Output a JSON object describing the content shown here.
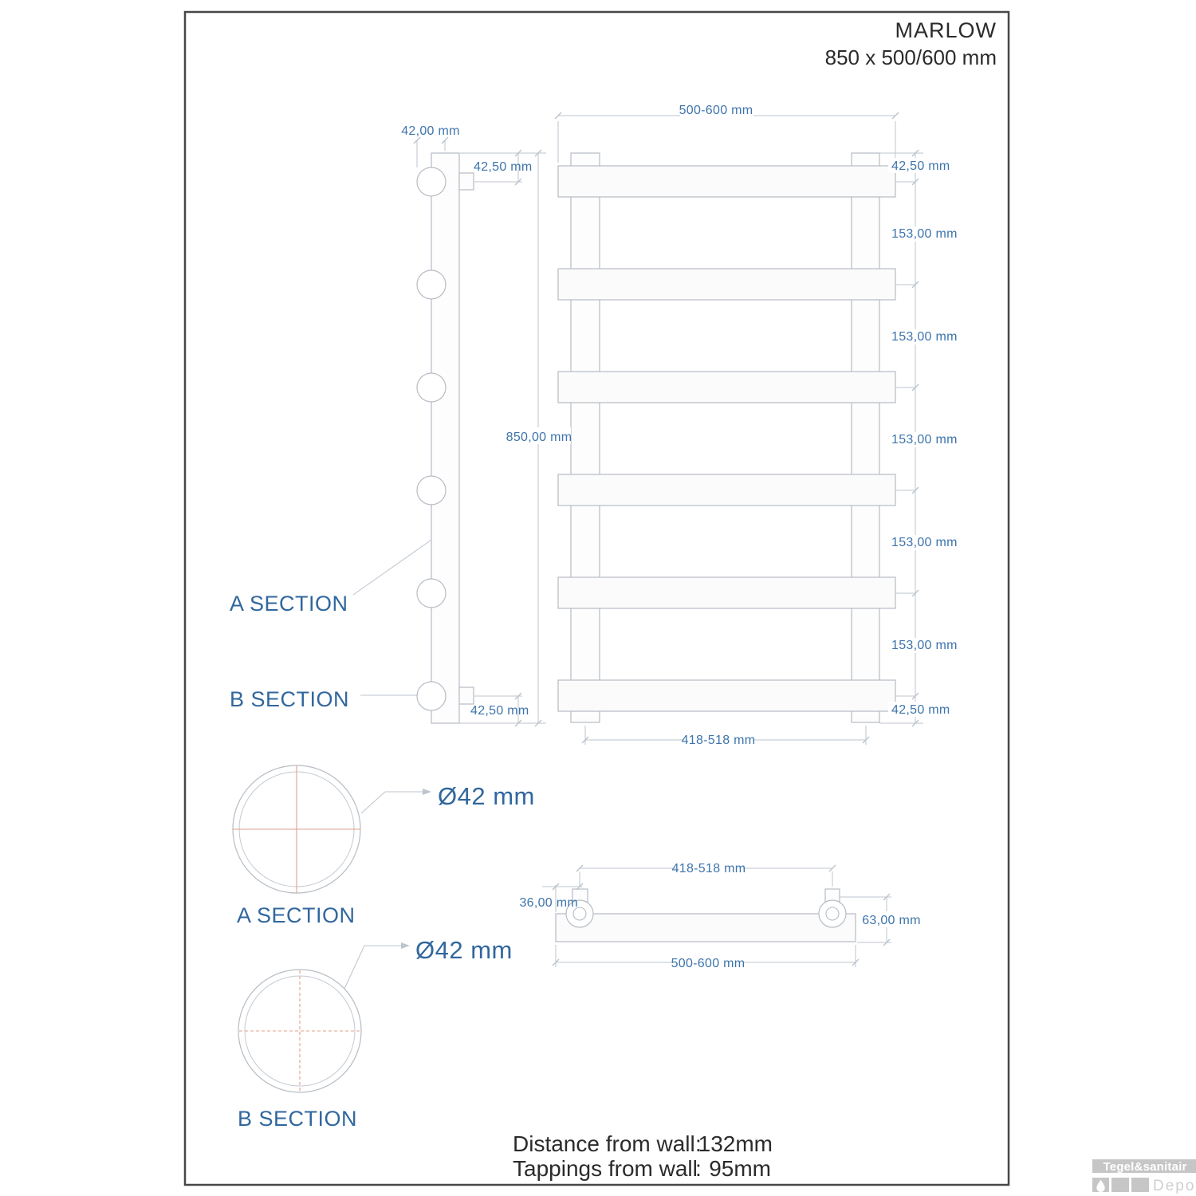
{
  "title": {
    "name": "MARLOW",
    "size": "850 x 500/600 mm"
  },
  "side_view": {
    "tube_diameter": "42,00 mm",
    "top_tap_offset": "42,50 mm",
    "bottom_tap_offset": "42,50 mm",
    "a_section_label": "A SECTION",
    "b_section_label": "B SECTION"
  },
  "front_view": {
    "overall_width": "500-600 mm",
    "overall_height": "850,00 mm",
    "top_gap": "42,50 mm",
    "bottom_gap": "42,50 mm",
    "tap_pitch": "418-518 mm",
    "bar_spacings": [
      "153,00 mm",
      "153,00 mm",
      "153,00 mm",
      "153,00 mm",
      "153,00 mm"
    ],
    "bar_count": 6
  },
  "detail_a": {
    "diameter": "Ø42 mm",
    "label": "A SECTION"
  },
  "detail_b": {
    "diameter": "Ø42 mm",
    "label": "B SECTION"
  },
  "top_view": {
    "tap_pitch": "418-518 mm",
    "edge_offset": "36,00 mm",
    "depth": "63,00 mm",
    "overall_width": "500-600 mm"
  },
  "notes": {
    "rows": [
      {
        "label": "Distance from wall",
        "colon": ":",
        "value": "132mm"
      },
      {
        "label": "Tappings from wall",
        "colon": ":",
        "value": "95mm"
      }
    ]
  },
  "logo": {
    "brand": "Tegel&sanitair",
    "sub": "Depot"
  },
  "colors": {
    "dimension_text": "#3e74ac",
    "section_label": "#31679e",
    "drawing_line": "#b6bcc4",
    "dim_line": "#bcc4cd",
    "crosshair": "#dfa08c",
    "ink": "#2b2b2b",
    "frame": "#474747",
    "logo_gray": "#c6c6c6",
    "logo_text_sub": "#cfcfcf"
  }
}
